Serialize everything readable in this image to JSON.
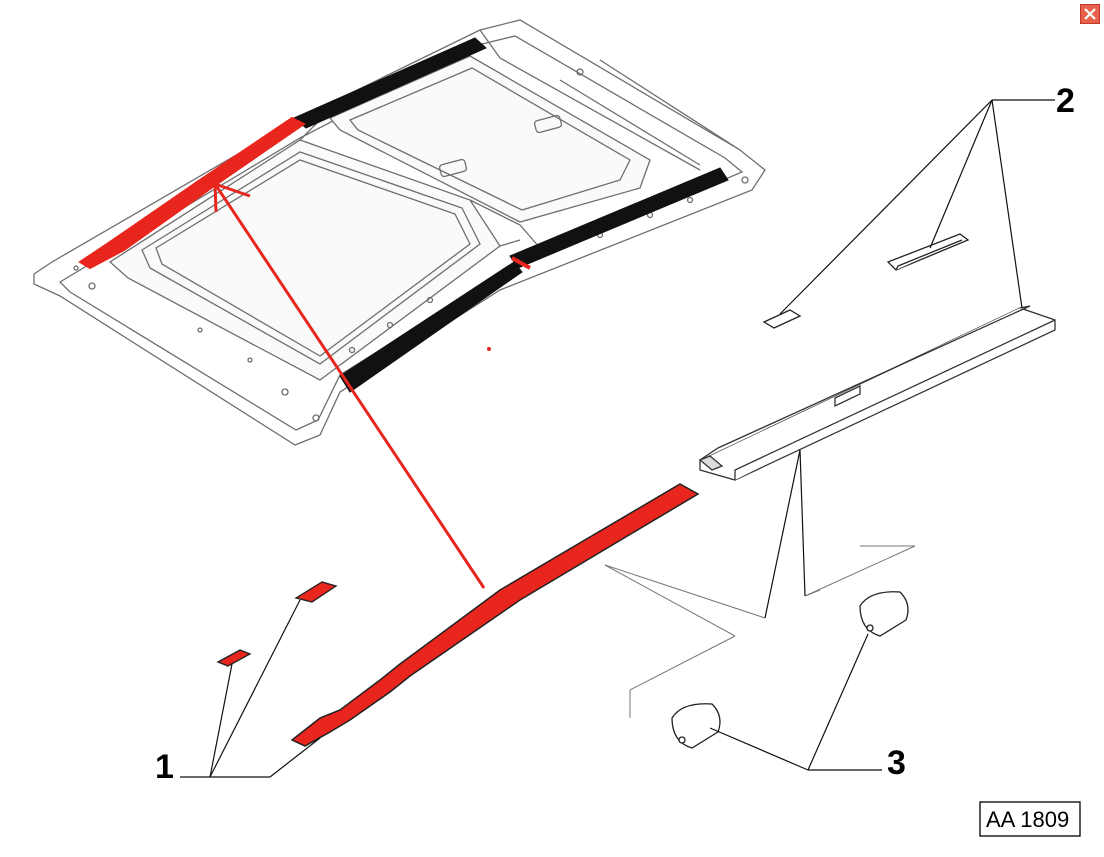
{
  "window": {
    "close_icon": "close-icon"
  },
  "callouts": {
    "c1": "1",
    "c2": "2",
    "c3": "3"
  },
  "reference_code": "AA 1809",
  "colors": {
    "highlight_red": "#e8261d",
    "seal_black": "#111111",
    "line_gray": "#777777",
    "close_button": "#e8614a"
  }
}
